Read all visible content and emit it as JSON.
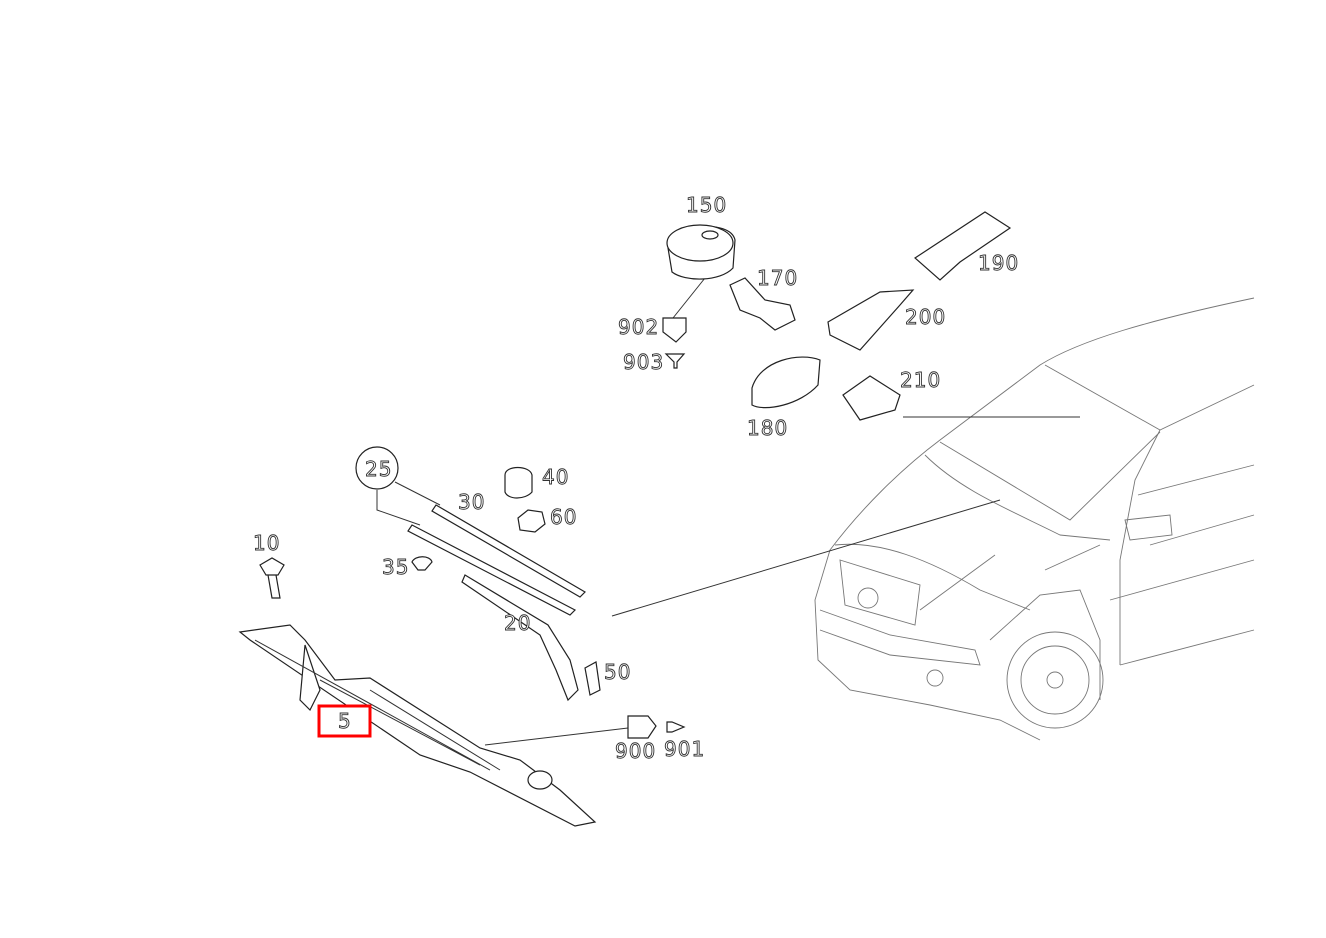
{
  "diagram": {
    "highlight_color": "#ff0000",
    "highlighted_part": "5",
    "part_numbers": {
      "p150": "150",
      "p170": "170",
      "p190": "190",
      "p200": "200",
      "p902": "902",
      "p903": "903",
      "p180": "180",
      "p210": "210",
      "p25": "25",
      "p40": "40",
      "p30": "30",
      "p60": "60",
      "p10": "10",
      "p35": "35",
      "p20": "20",
      "p50": "50",
      "p5": "5",
      "p900": "900",
      "p901": "901"
    }
  }
}
